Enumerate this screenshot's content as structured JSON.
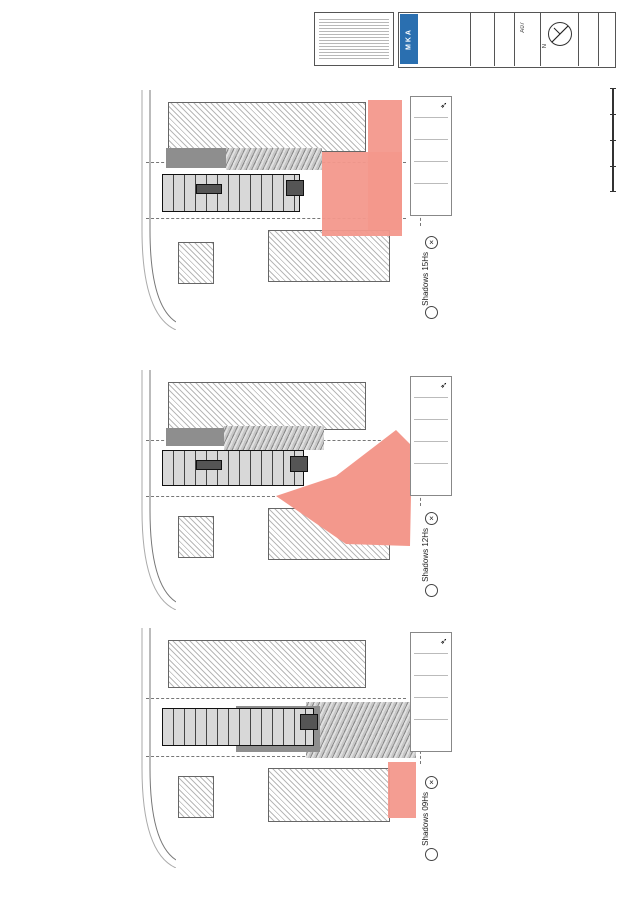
{
  "title_block": {
    "firm_logo": "MKA",
    "sheet_number": "A07",
    "north_label": "N"
  },
  "views": [
    {
      "id": "view-1",
      "title": "Shadows 15Hs",
      "marker": "×"
    },
    {
      "id": "view-2",
      "title": "Shadows 12Hs",
      "marker": "×"
    },
    {
      "id": "view-3",
      "title": "Shadows 09Hs",
      "marker": "×"
    }
  ],
  "colors": {
    "shadow_proposed": "#f3988c",
    "shadow_existing": "#8e8e8e",
    "logo": "#2a6fb0"
  }
}
